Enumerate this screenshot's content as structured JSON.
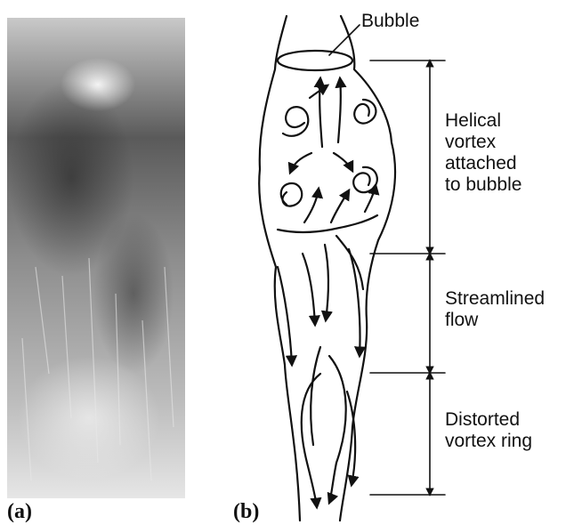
{
  "panels": {
    "a_label": "(a)",
    "b_label": "(b)"
  },
  "annotations": {
    "bubble": "Bubble",
    "zone_vortex": [
      "Helical",
      "vortex",
      "attached",
      "to bubble"
    ],
    "zone_streamlined": [
      "Streamlined",
      "flow"
    ],
    "zone_ring": [
      "Distorted",
      "vortex ring"
    ]
  },
  "colors": {
    "ink": "#111111",
    "background": "#ffffff"
  }
}
